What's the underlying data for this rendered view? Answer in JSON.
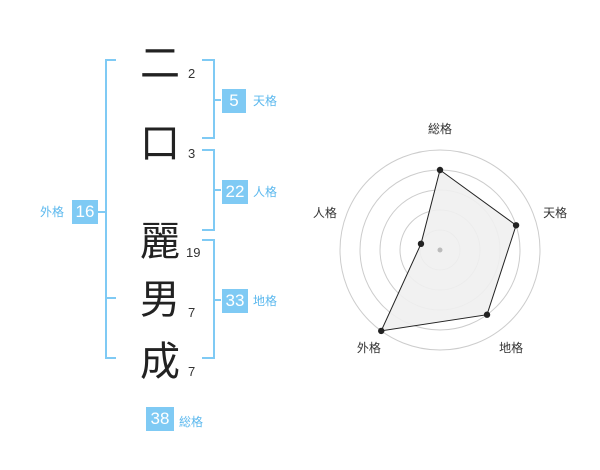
{
  "name": {
    "chars": [
      {
        "char": "二",
        "strokes": "2"
      },
      {
        "char": "口",
        "strokes": "3"
      },
      {
        "char": "麗",
        "strokes": "19"
      },
      {
        "char": "男",
        "strokes": "7"
      },
      {
        "char": "成",
        "strokes": "7"
      }
    ]
  },
  "fortunes": {
    "tenkaku": {
      "value": "5",
      "label": "天格"
    },
    "jinkaku": {
      "value": "22",
      "label": "人格"
    },
    "chikaku": {
      "value": "33",
      "label": "地格"
    },
    "gaikaku": {
      "value": "16",
      "label": "外格"
    },
    "soukaku": {
      "value": "38",
      "label": "総格"
    }
  },
  "colors": {
    "accent": "#7fcaf4",
    "accent_text": "#5bb8ee",
    "bracket": "#7fcaf4",
    "radar_fill": "#f0f0f0",
    "radar_stroke": "#222222",
    "grid": "#cccccc"
  },
  "chart_data": {
    "type": "radar",
    "axes": [
      "総格",
      "天格",
      "地格",
      "外格",
      "人格"
    ],
    "values": [
      4,
      4,
      4,
      5,
      1
    ],
    "max": 5,
    "rings": 5
  }
}
